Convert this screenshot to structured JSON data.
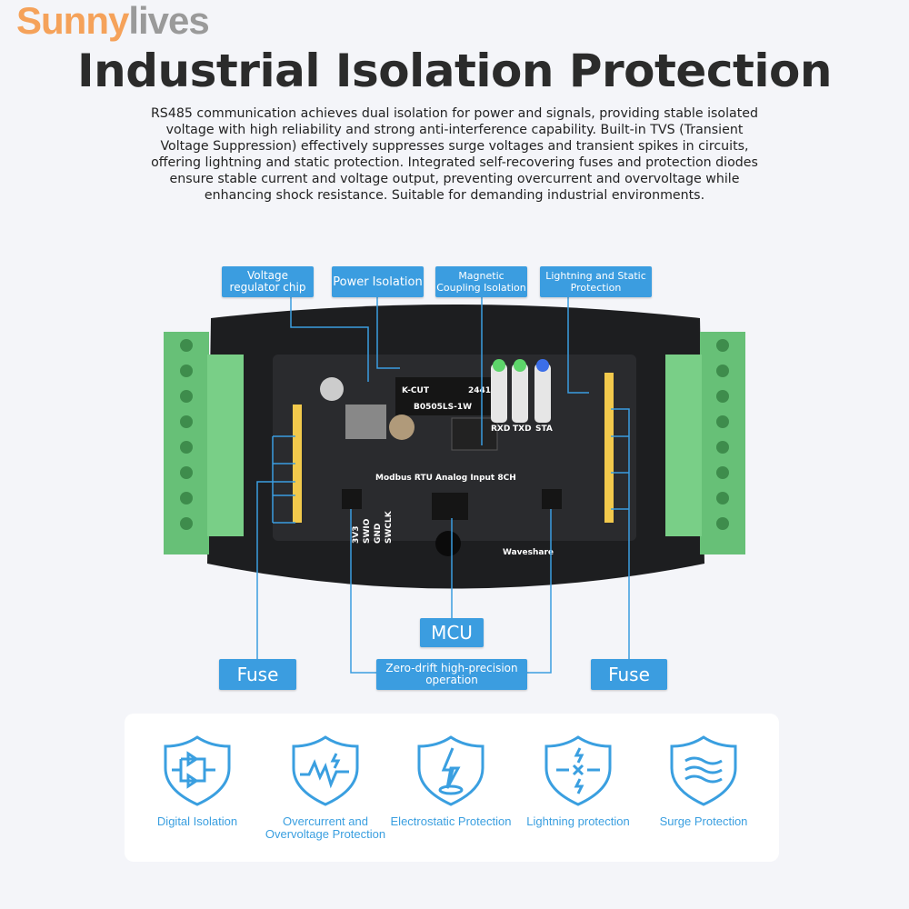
{
  "watermark": {
    "part1": "Sunny",
    "part2": "lives"
  },
  "title": "Industrial Isolation Protection",
  "description": "RS485 communication achieves dual isolation for power and signals, providing stable isolated voltage with high reliability and strong anti-interference capability. Built-in TVS (Transient Voltage Suppression) effectively suppresses surge voltages and transient spikes in circuits, offering lightning and static protection. Integrated self-recovering fuses and protection diodes ensure stable current and voltage output, preventing overcurrent and overvoltage while enhancing shock resistance. Suitable for demanding industrial environments.",
  "callouts": {
    "voltage_regulator": "Voltage regulator chip",
    "power_isolation": "Power Isolation",
    "magnetic_coupling": "Magnetic Coupling Isolation",
    "lightning_static": "Lightning and Static Protection",
    "mcu": "MCU",
    "zero_drift": "Zero-drift high-precision operation",
    "fuse_left": "Fuse",
    "fuse_right": "Fuse"
  },
  "board": {
    "module_brand": "K-CUT",
    "module_code": "2441",
    "module_model": "B0505LS-1W",
    "leds": [
      "RXD",
      "TXD",
      "STA"
    ],
    "name": "Modbus RTU Analog Input 8CH",
    "maker": "Waveshare",
    "pins": [
      "3V3",
      "SWIO",
      "GND",
      "SWCLK"
    ]
  },
  "features": [
    {
      "icon": "digital-isolation-shield-icon",
      "label": "Digital Isolation"
    },
    {
      "icon": "overcurrent-shield-icon",
      "label": "Overcurrent and Overvoltage Protection"
    },
    {
      "icon": "electrostatic-shield-icon",
      "label": "Electrostatic Protection"
    },
    {
      "icon": "lightning-shield-icon",
      "label": "Lightning protection"
    },
    {
      "icon": "surge-shield-icon",
      "label": "Surge Protection"
    }
  ],
  "colors": {
    "accent": "#3b9de0",
    "title": "#2b2b2b",
    "terminal": "#6cc47a",
    "pcb": "#2a2b2e"
  }
}
